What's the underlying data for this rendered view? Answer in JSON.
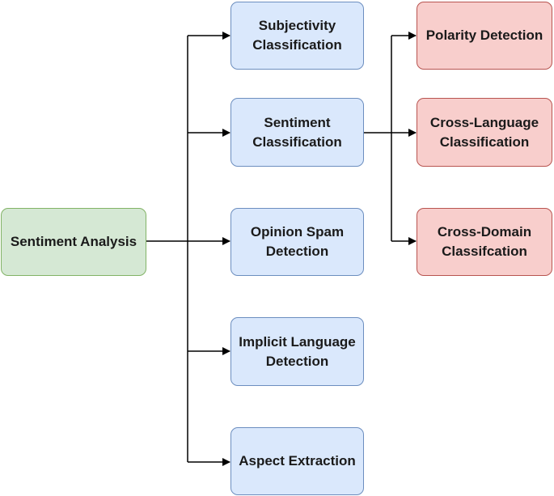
{
  "diagram": {
    "nodes": {
      "root": {
        "label": "Sentiment Analysis",
        "color": "#d5e8d4",
        "border": "#82b366"
      },
      "subj": {
        "label": "Subjectivity\nClassification",
        "color": "#dae8fc",
        "border": "#6c8ebf"
      },
      "sent": {
        "label": "Sentiment\nClassification",
        "color": "#dae8fc",
        "border": "#6c8ebf"
      },
      "spam": {
        "label": "Opinion Spam\nDetection",
        "color": "#dae8fc",
        "border": "#6c8ebf"
      },
      "impl": {
        "label": "Implicit Language\nDetection",
        "color": "#dae8fc",
        "border": "#6c8ebf"
      },
      "aspect": {
        "label": "Aspect Extraction",
        "color": "#dae8fc",
        "border": "#6c8ebf"
      },
      "pol": {
        "label": "Polarity Detection",
        "color": "#f8cecc",
        "border": "#b85450"
      },
      "cross": {
        "label": "Cross-Language\nClassification",
        "color": "#f8cecc",
        "border": "#b85450"
      },
      "dom": {
        "label": "Cross-Domain\nClassifcation",
        "color": "#f8cecc",
        "border": "#b85450"
      }
    },
    "edges": [
      {
        "from": "root",
        "to": "subj"
      },
      {
        "from": "root",
        "to": "sent"
      },
      {
        "from": "root",
        "to": "spam"
      },
      {
        "from": "root",
        "to": "impl"
      },
      {
        "from": "root",
        "to": "aspect"
      },
      {
        "from": "sent",
        "to": "pol"
      },
      {
        "from": "sent",
        "to": "cross"
      },
      {
        "from": "sent",
        "to": "dom"
      }
    ]
  }
}
